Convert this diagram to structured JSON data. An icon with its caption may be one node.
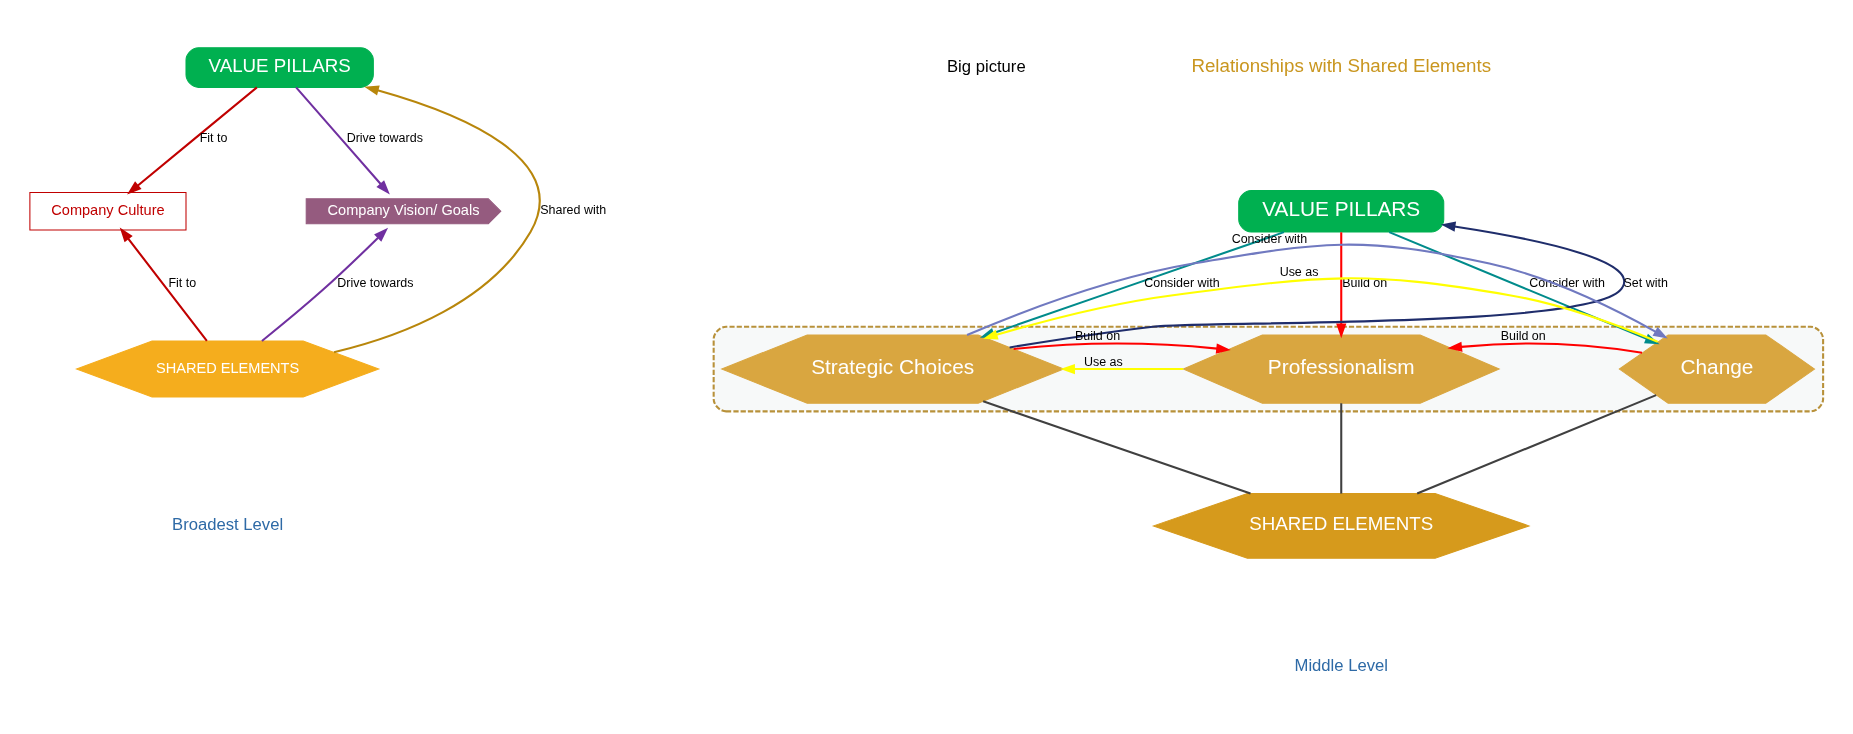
{
  "diagram": {
    "nodes": [
      {
        "text": [
          "VALUE PILLARS"
        ]
      },
      {
        "text": [
          "Company Culture"
        ]
      },
      {
        "text": [
          "Company Vision/ Goals"
        ]
      },
      {
        "text": [
          "SHARED ELEMENTS"
        ]
      },
      {
        "text": [
          "VALUE PILLARS"
        ]
      },
      {
        "text": [],
        "shape": "box"
      },
      {
        "text": [
          "Strategic Choices"
        ],
        "in": 5
      },
      {
        "text": [
          "Professionalism"
        ],
        "in": 5
      },
      {
        "text": [
          "Change"
        ],
        "in": 5
      },
      {
        "text": [
          "SHARED ELEMENTS"
        ]
      }
    ],
    "edges": [
      {
        "from": 0,
        "to": 1,
        "arrow": "to",
        "label": "Fit to",
        "color": "#c00000"
      },
      {
        "from": 0,
        "to": 2,
        "arrow": "to",
        "label": "Drive towards",
        "color": "#7030a0"
      },
      {
        "from": 3,
        "to": 0,
        "arrow": "to",
        "label": "Shared with",
        "color": "#b8860b"
      },
      {
        "from": 3,
        "to": 1,
        "arrow": "to",
        "label": "Fit to",
        "color": "#c00000"
      },
      {
        "from": 3,
        "to": 2,
        "arrow": "to",
        "label": "Drive towards",
        "color": "#7030a0"
      },
      {
        "from": 4,
        "to": 6,
        "arrow": "to",
        "label": "Consider with",
        "color": "#008b8b"
      },
      {
        "from": 6,
        "to": 4,
        "arrow": "to",
        "label": "Set with",
        "color": "#1f2d6b"
      },
      {
        "from": 4,
        "to": 7,
        "arrow": "to",
        "label": "Build on"
      },
      {
        "from": 4,
        "to": 8,
        "arrow": "to",
        "label": "Consider with",
        "color": "#008b8b"
      },
      {
        "from": 7,
        "to": 6,
        "arrow": "to",
        "label": "Use as",
        "color": "#ffff00"
      },
      {
        "from": 8,
        "to": 6,
        "arrow": "to",
        "label": "Use as",
        "color": "#ffff00"
      },
      {
        "from": 6,
        "to": 8,
        "arrow": "to",
        "label": "Consider with",
        "color": "#7079c0"
      },
      {
        "from": 6,
        "to": 7,
        "arrow": "to",
        "label": "Build on"
      },
      {
        "from": 8,
        "to": 7,
        "arrow": "to",
        "label": "Build on"
      },
      {
        "from": 6,
        "to": 9,
        "arrow": "none",
        "color": "#404040"
      },
      {
        "from": 7,
        "to": 9,
        "arrow": "none",
        "color": "#404040"
      },
      {
        "from": 8,
        "to": 9,
        "arrow": "none",
        "color": "#404040"
      }
    ],
    "labels": [
      "Big picture",
      "Relationships with Shared Elements",
      "Broadest Level",
      "Middle Level"
    ]
  }
}
